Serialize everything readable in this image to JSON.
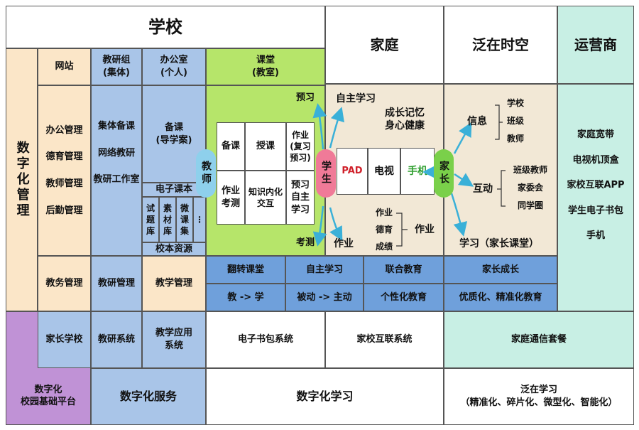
{
  "headers": {
    "school": "学校",
    "family": "家庭",
    "ubiquitous": "泛在时空",
    "operator": "运营商"
  },
  "digital_mgmt": "数字化管理",
  "subheaders": {
    "website": "网站",
    "teaching_group": "教研组\n(集体)",
    "office": "办公室\n(个人)",
    "classroom": "课堂\n(教室)"
  },
  "mgmt_items": [
    "办公管理",
    "德育管理",
    "教师管理",
    "后勤管理"
  ],
  "group_items": [
    "集体备课",
    "网络教研",
    "教研工作室"
  ],
  "office": {
    "prep": "备课\n(导学案)",
    "ebook": "电子课本",
    "bank": [
      "试\n题\n库",
      "素\n材\n库",
      "微\n课\n集",
      "⋮"
    ],
    "resource": "校本资源"
  },
  "teacher": "教师",
  "classroom_grid": [
    "备课",
    "授课",
    "作业\n(复习\n预习)",
    "作业\n考测",
    "知识内化\n交互",
    "预习\n自主\n学习"
  ],
  "student": "学生",
  "parent": "家长",
  "class_labels": {
    "preview": "预习",
    "exam": "考测",
    "self_study": "自主学习",
    "homework": "作业"
  },
  "family": {
    "memory": "成长记忆\n身心健康",
    "devices": [
      "PAD",
      "电视",
      "手机"
    ],
    "hw_items": [
      "作业",
      "德育",
      "成绩"
    ],
    "hw_label": "作业"
  },
  "ubiquitous": {
    "info": "信息",
    "info_items": [
      "学校",
      "班级",
      "教师"
    ],
    "interact": "互动",
    "interact_items": [
      "班级教师",
      "家委会",
      "同学圈"
    ],
    "learn": "学习（家长课堂）"
  },
  "operator_items": [
    "家庭宽带",
    "电视机顶盒",
    "家校互联APP",
    "学生电子书包",
    "手机"
  ],
  "row_mgmt": [
    "教务管理",
    "教研管理",
    "教学管理"
  ],
  "row_blue_top": [
    "翻转课堂",
    "自主学习",
    "联合教育",
    "家长成长"
  ],
  "row_blue_bottom": [
    "教 -> 学",
    "被动 -> 主动",
    "个性化教育",
    "优质化、精准化教育"
  ],
  "systems": [
    "家长学校",
    "教研系统",
    "教学应用\n系统",
    "电子书包系统",
    "家校互联系统",
    "家庭通信套餐"
  ],
  "bottom": [
    "数字化\n校园基础平台",
    "数字化服务",
    "数字化学习",
    "泛在学习\n（精准化、碎片化、微型化、智能化）"
  ],
  "colors": {
    "accent_arrow": "#3ab0d8",
    "pad": "#d0202a",
    "phone": "#2e9e2e",
    "student": "#f07a98",
    "parent": "#7ad04a",
    "teacher": "#8ed0ec"
  }
}
